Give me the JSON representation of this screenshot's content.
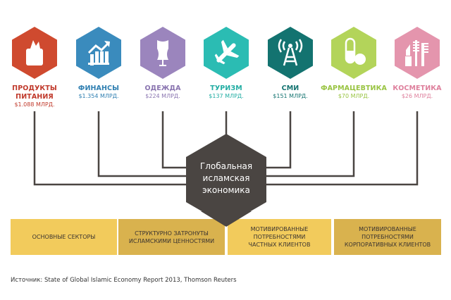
{
  "diagram": {
    "center": {
      "lines": [
        "Глобальная",
        "исламская",
        "экономика"
      ],
      "color": "#4a4542"
    },
    "sectors": [
      {
        "id": "food",
        "icon": "food-bag-icon",
        "name_lines": [
          "ПРОДУКТЫ",
          "ПИТАНИЯ"
        ],
        "value": "$1.088 МЛРД.",
        "color": "#cf4a2f",
        "text_color": "#c0392b"
      },
      {
        "id": "finance",
        "icon": "chart-growth-icon",
        "name_lines": [
          "ФИНАНСЫ"
        ],
        "value": "$1.354 МЛРД.",
        "color": "#3a8bbd",
        "text_color": "#2f7fb1"
      },
      {
        "id": "clothing",
        "icon": "mannequin-icon",
        "name_lines": [
          "ОДЕЖДА"
        ],
        "value": "$224 МЛРД.",
        "color": "#9b85bd",
        "text_color": "#8a75b0"
      },
      {
        "id": "tourism",
        "icon": "airplane-icon",
        "name_lines": [
          "ТУРИЗМ"
        ],
        "value": "$137 МЛРД.",
        "color": "#2bbcb3",
        "text_color": "#22ada3"
      },
      {
        "id": "media",
        "icon": "antenna-icon",
        "name_lines": [
          "СМИ"
        ],
        "value": "$151 МЛРД.",
        "color": "#137370",
        "text_color": "#137370"
      },
      {
        "id": "pharma",
        "icon": "pill-icon",
        "name_lines": [
          "ФАРМАЦЕВТИКА"
        ],
        "value": "$70 МЛРД.",
        "color": "#b3d45a",
        "text_color": "#99c442"
      },
      {
        "id": "cosmetics",
        "icon": "cosmetics-icon",
        "name_lines": [
          "КОСМЕТИКА"
        ],
        "value": "$26 МЛРД.",
        "color": "#e495ad",
        "text_color": "#de7f9c"
      }
    ],
    "bands": [
      {
        "lines": [
          "ОСНОВНЫЕ СЕКТОРЫ"
        ],
        "color": "#f2cb5c"
      },
      {
        "lines": [
          "СТРУКТУРНО ЗАТРОНУТЫ",
          "ИСЛАМСКИМИ ЦЕННОСТЯМИ"
        ],
        "color": "#d9b24e"
      },
      {
        "lines": [
          "МОТИВИРОВАННЫЕ",
          "ПОТРЕБНОСТЯМИ",
          "ЧАСТНЫХ КЛИЕНТОВ"
        ],
        "color": "#f2cb5c"
      },
      {
        "lines": [
          "МОТИВИРОВАННЫЕ",
          "ПОТРЕБНОСТЯМИ",
          "КОРПОРАТИВНЫХ КЛИЕНТОВ"
        ],
        "color": "#d9b24e"
      }
    ],
    "source": "Источник: State of Global Islamic Economy Report 2013, Thomson Reuters",
    "line_color": "#4a4542"
  }
}
